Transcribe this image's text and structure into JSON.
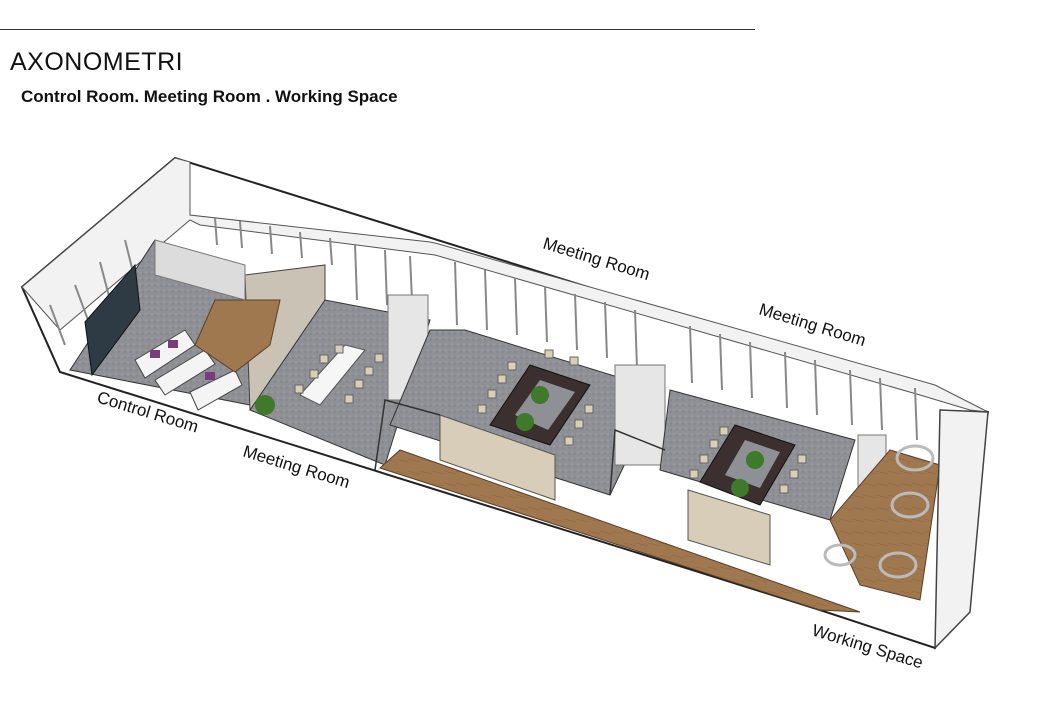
{
  "header": {
    "title": "AXONOMETRI",
    "subtitle": "Control Room. Meeting Room . Working Space"
  },
  "labels": {
    "control_room": "Control Room",
    "meeting_room_1": "Meeting Room",
    "meeting_room_2": "Meeting Room",
    "meeting_room_3": "Meeting Room",
    "working_space": "Working Space"
  },
  "colors": {
    "floor": "#8e9095",
    "wood": "#a07850",
    "table_dark": "#3b2f2f",
    "wall": "#f1f1f1",
    "screen": "#2e3b45",
    "plant": "#3f7a2a"
  }
}
